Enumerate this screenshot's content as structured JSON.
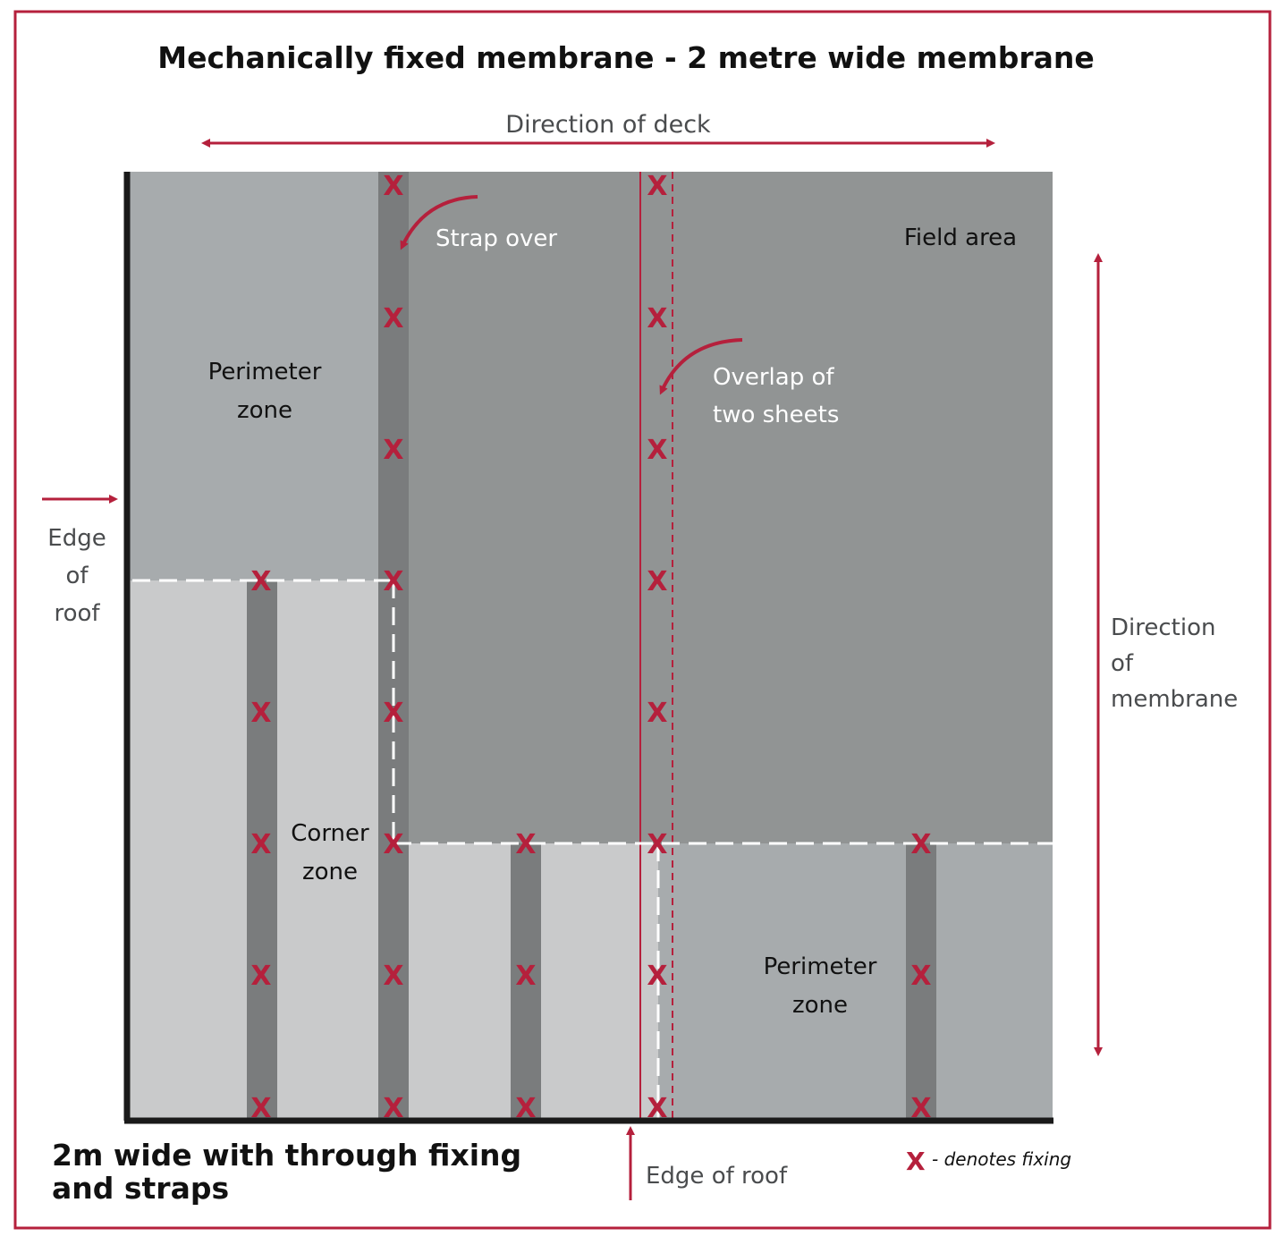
{
  "title": "Mechanically fixed membrane - 2 metre wide membrane",
  "caption": {
    "line1": "2m wide with through fixing",
    "line2": "and straps"
  },
  "labels": {
    "direction_of_deck": "Direction of deck",
    "strap_over": "Strap over",
    "field_area": "Field area",
    "perimeter_zone_top": [
      "Perimeter",
      "zone"
    ],
    "overlap": [
      "Overlap of",
      "two sheets"
    ],
    "edge_of_roof_left": [
      "Edge",
      "of",
      "roof"
    ],
    "direction_of_membrane": [
      "Direction",
      "of",
      "membrane"
    ],
    "corner_zone": [
      "Corner",
      "zone"
    ],
    "perimeter_zone_bottom": [
      "Perimeter",
      "zone"
    ],
    "edge_of_roof_bottom": "Edge of roof"
  },
  "legend": {
    "symbol": "X",
    "text": "- denotes fixing"
  },
  "fixing_symbol": "X",
  "colors": {
    "accent": "#b5203c",
    "field": "#919494",
    "perimeter": "#a7abad",
    "corner": "#c9cacb",
    "strap": "#7a7c7d",
    "text": "#4a4c4e",
    "edge": "#1a1a1a"
  }
}
